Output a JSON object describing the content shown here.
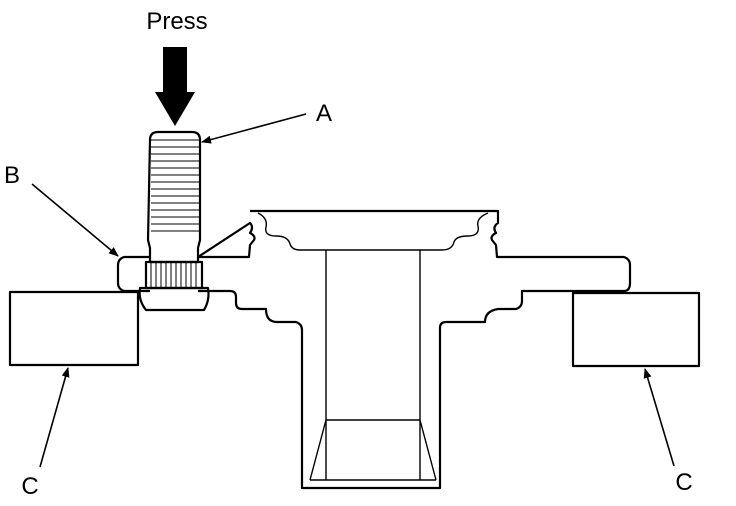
{
  "labels": {
    "press": "Press",
    "a": "A",
    "b": "B",
    "c_left": "C",
    "c_right": "C"
  },
  "colors": {
    "ink": "#000000",
    "background": "#ffffff"
  }
}
